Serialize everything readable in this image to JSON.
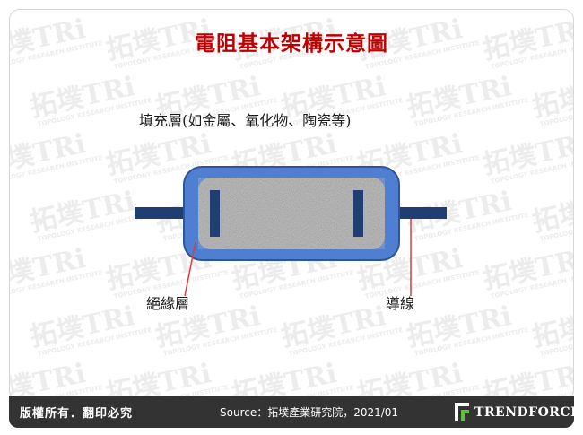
{
  "slide": {
    "title": "電阻基本架構示意圖"
  },
  "diagram": {
    "labels": {
      "filler": "填充層(如金屬、氧化物、陶瓷等)",
      "insulation": "絕緣層",
      "lead": "導線"
    },
    "colors": {
      "insulation": "#4f7fd0",
      "insulation_border": "#2f5597",
      "lead": "#1f3f73",
      "filler_base": "#a9a9a9",
      "pointer_line": "#e03a3a"
    }
  },
  "watermark": {
    "brand": "拓墣TRi",
    "tagline": "TOPOLOGY RESEARCH INSTITUTE"
  },
  "footer": {
    "copyright": "版權所有．翻印必究",
    "source": "Source：拓墣產業研究院，2021/01",
    "logo_text": "TRENDFORCE"
  }
}
